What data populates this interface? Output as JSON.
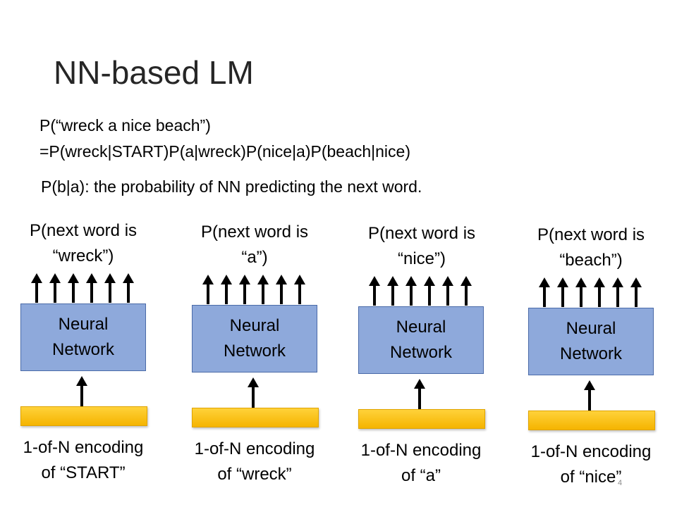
{
  "slide": {
    "title": "NN-based LM",
    "line1": "P(“wreck a nice beach”)",
    "line2": "=P(wreck|START)P(a|wreck)P(nice|a)P(beach|nice)",
    "line3": "P(b|a): the probability of NN predicting the next word.",
    "page_number": "4"
  },
  "columns": [
    {
      "out_line1": "P(next word is",
      "out_line2": "“wreck”)",
      "nn_line1": "Neural",
      "nn_line2": "Network",
      "in_line1": "1-of-N encoding",
      "in_line2": "of “START”"
    },
    {
      "out_line1": "P(next word is",
      "out_line2": "“a”)",
      "nn_line1": "Neural",
      "nn_line2": "Network",
      "in_line1": "1-of-N encoding",
      "in_line2": "of “wreck”"
    },
    {
      "out_line1": "P(next word is",
      "out_line2": "“nice”)",
      "nn_line1": "Neural",
      "nn_line2": "Network",
      "in_line1": "1-of-N encoding",
      "in_line2": "of “a”"
    },
    {
      "out_line1": "P(next word is",
      "out_line2": "“beach”)",
      "nn_line1": "Neural",
      "nn_line2": "Network",
      "in_line1": "1-of-N encoding",
      "in_line2": "of “nice”"
    }
  ],
  "colors": {
    "nn_box_fill": "#8ea9db",
    "nn_box_border": "#4a6aa8",
    "encoding_bar": "#ffc000",
    "arrow": "#000000"
  }
}
